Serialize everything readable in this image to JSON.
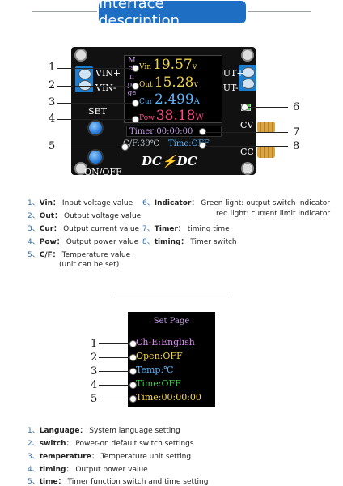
{
  "header": {
    "title": "Interface description"
  },
  "board": {
    "left_labels": {
      "vin_plus": "VIN+",
      "vin_minus": "VIN-",
      "set": "SET",
      "on_off": "ON/OFF"
    },
    "right_labels": {
      "vout_plus": "VOUT+",
      "vout_minus": "VOUT-",
      "cv": "CV",
      "cc": "CC"
    },
    "logo": "DC⚡DC",
    "screen": {
      "main_page": "Main page",
      "rows": [
        {
          "label": "Vin",
          "value": "19.57",
          "unit": "v",
          "color": "#f2d44a"
        },
        {
          "label": "Out",
          "value": "15.28",
          "unit": "v",
          "color": "#f2d44a"
        },
        {
          "label": "Cur",
          "value": "2.499",
          "unit": "A",
          "color": "#5ab6ff"
        },
        {
          "label": "Pow",
          "value": "38.18",
          "unit": "W",
          "color": "#ff4f8a"
        }
      ],
      "timer": "Timer:00:00:00",
      "cf": "C/F:39℃",
      "time_switch": "Time:OFF"
    },
    "callouts_left": [
      "1",
      "2",
      "3",
      "4",
      "5"
    ],
    "callouts_right": [
      "6",
      "7",
      "8"
    ]
  },
  "legend": {
    "left": [
      {
        "num": "1、",
        "key": "Vin：",
        "text": "Input voltage value"
      },
      {
        "num": "2、",
        "key": "Out：",
        "text": "Output voltage value"
      },
      {
        "num": "3、",
        "key": "Cur：",
        "text": "Output current value"
      },
      {
        "num": "4、",
        "key": "Pow：",
        "text": "Output power value"
      },
      {
        "num": "5、",
        "key": "C/F：",
        "text": "Temperature value"
      },
      {
        "num": "",
        "key": "",
        "text": "(unit can be set)"
      }
    ],
    "right": [
      {
        "num": "6、",
        "key": "Indicator：",
        "text": "Green light: output switch indicator"
      },
      {
        "num": "",
        "key": "",
        "text": "red light: current limit indicator"
      },
      {
        "num": "7、",
        "key": "Timer：",
        "text": "timing time"
      },
      {
        "num": "8、",
        "key": "timing：",
        "text": "Timer switch"
      }
    ]
  },
  "set_page": {
    "title": "Set Page",
    "items": [
      {
        "text": "Ch-E:English",
        "color": "#d98cf0"
      },
      {
        "text": "Open:OFF",
        "color": "#f2d44a"
      },
      {
        "text": "Temp:℃",
        "color": "#5ab6ff"
      },
      {
        "text": "Time:OFF",
        "color": "#3fd14a"
      },
      {
        "text": "Time:00:00:00",
        "color": "#f2d44a"
      }
    ],
    "callouts": [
      "1",
      "2",
      "3",
      "4",
      "5"
    ]
  },
  "set_legend": [
    {
      "num": "1、",
      "key": "Language：",
      "text": "System language setting"
    },
    {
      "num": "2、",
      "key": "switch：",
      "text": "Power-on default switch settings"
    },
    {
      "num": "3、",
      "key": "temperature：",
      "text": "Temperature unit setting"
    },
    {
      "num": "4、",
      "key": "timing：",
      "text": "Output power value"
    },
    {
      "num": "5、",
      "key": "time：",
      "text": "Timer function switch and time setting"
    }
  ]
}
